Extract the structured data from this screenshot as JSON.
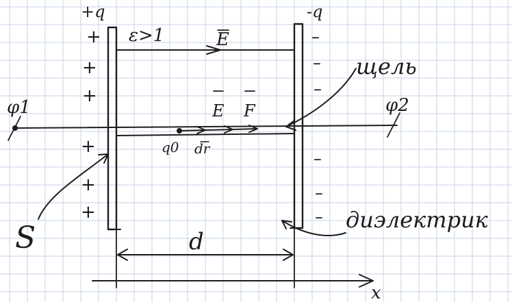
{
  "charges": {
    "left": "+q",
    "right": "-q"
  },
  "medium": {
    "epsilon": "ε>1"
  },
  "field": {
    "E_top": "E",
    "E_mid": "E",
    "F": "F"
  },
  "potentials": {
    "left": "φ1",
    "right": "φ2"
  },
  "test_charge": {
    "q0": "q0",
    "dr": "dr"
  },
  "annotations": {
    "gap": "щель",
    "dielectric": "диэлектрик",
    "surface": "S"
  },
  "distance": {
    "d": "d"
  },
  "axis": {
    "x": "x"
  },
  "signs": {
    "plus": "+",
    "minus": "–"
  }
}
